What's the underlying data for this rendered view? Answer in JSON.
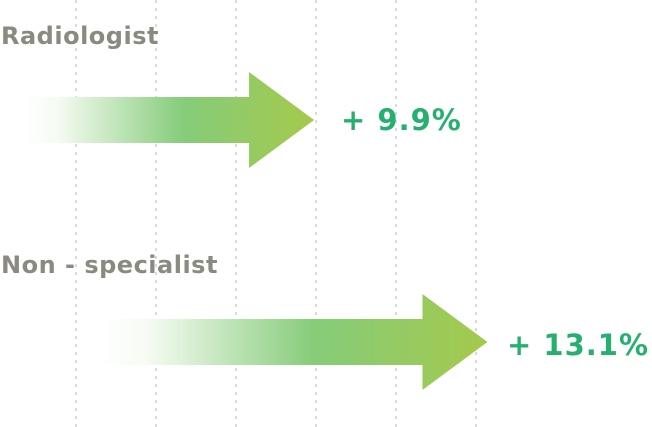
{
  "chart_data": {
    "type": "bar",
    "categories": [
      "Radiologist",
      "Non - specialist"
    ],
    "values": [
      9.9,
      13.1
    ],
    "value_labels": [
      "+ 9.9%",
      "+ 13.1%"
    ],
    "title": "",
    "xlabel": "",
    "ylabel": "",
    "grid": true,
    "gridlines": "vertical dashed",
    "colors": {
      "arrow_start": "#ffffff",
      "arrow_mid": "#86cc7a",
      "arrow_end": "#a4c94c",
      "label": "#8a8a80",
      "value": "#26b070",
      "grid": "#cfcfcf"
    }
  }
}
